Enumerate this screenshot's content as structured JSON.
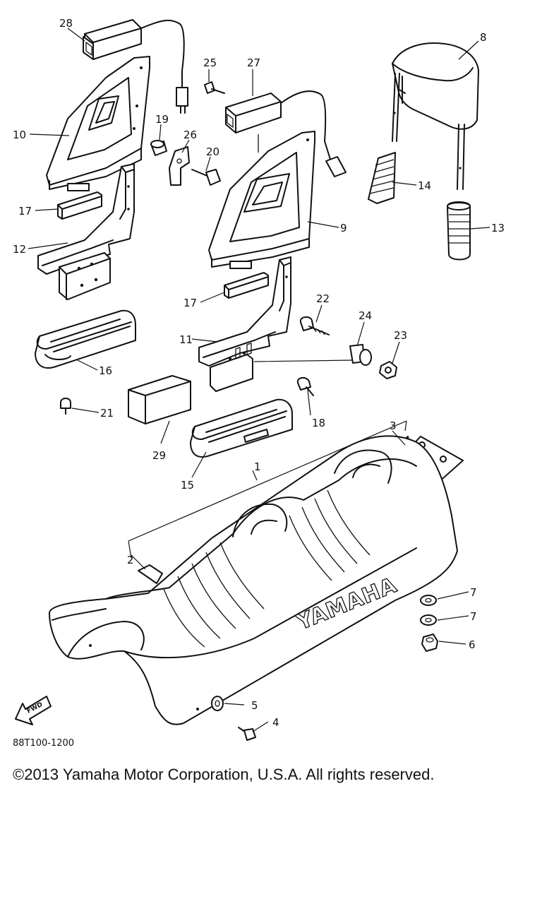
{
  "diagram": {
    "code": "88T100-1200",
    "brand_text": "YAMAHA",
    "fwd_text": "FWD",
    "callouts": [
      "28",
      "25",
      "27",
      "8",
      "10",
      "19",
      "26",
      "20",
      "14",
      "17",
      "9",
      "13",
      "12",
      "17",
      "22",
      "24",
      "23",
      "11",
      "16",
      "18",
      "21",
      "29",
      "15",
      "3",
      "1",
      "2",
      "7",
      "7",
      "6",
      "5",
      "4"
    ]
  },
  "footer": {
    "copyright": "©2013 Yamaha Motor Corporation, U.S.A. All rights reserved."
  }
}
